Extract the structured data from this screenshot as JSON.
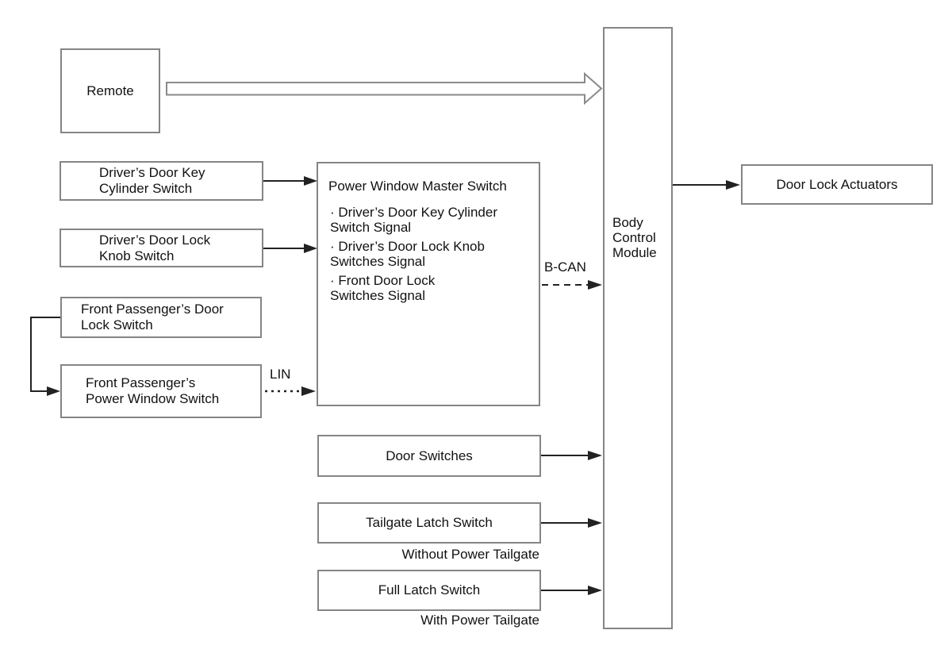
{
  "diagram": {
    "boxes": {
      "remote": {
        "label": "Remote"
      },
      "driver_key_cylinder": {
        "label": "Driver’s Door Key\nCylinder Switch"
      },
      "driver_lock_knob": {
        "label": "Driver’s Door Lock\nKnob Switch"
      },
      "front_passenger_door_lock": {
        "label": "Front Passenger’s Door\nLock Switch"
      },
      "front_passenger_power_window": {
        "label": "Front Passenger’s\nPower Window Switch"
      },
      "power_window_master_switch": {
        "title": "Power Window Master Switch",
        "bullets": [
          "· Driver’s Door Key Cylinder\nSwitch Signal",
          "· Driver’s Door Lock Knob\nSwitches Signal",
          "· Front Door Lock\nSwitches Signal"
        ]
      },
      "door_switches": {
        "label": "Door Switches"
      },
      "tailgate_latch_switch": {
        "label": "Tailgate Latch Switch"
      },
      "full_latch_switch": {
        "label": "Full Latch Switch"
      },
      "body_control_module": {
        "label": "Body\nControl\nModule"
      },
      "door_lock_actuators": {
        "label": "Door Lock Actuators"
      }
    },
    "labels": {
      "lin": "LIN",
      "bcan": "B-CAN",
      "without_power_tailgate": "Without Power Tailgate",
      "with_power_tailgate": "With Power Tailgate"
    },
    "colors": {
      "background": "#ffffff",
      "box_border": "#858585",
      "hollow_arrow_outline": "#8a8a8a",
      "wire": "#222222",
      "text": "#111111"
    }
  }
}
